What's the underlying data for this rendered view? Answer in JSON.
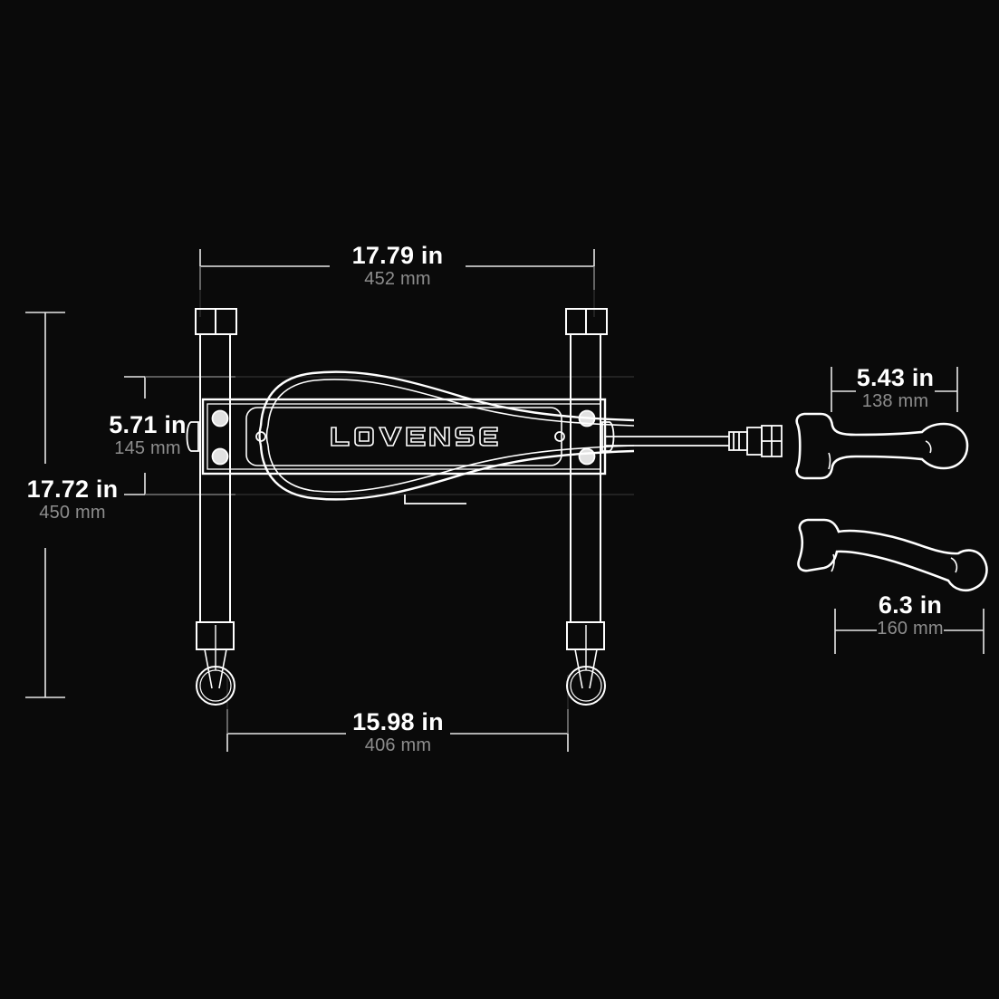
{
  "diagram": {
    "title": "Lovense sex machine dimension diagram",
    "brand_wordmark": "LOVENSE",
    "background_color": "#0a0a0a",
    "line_color": "#ffffff",
    "inch_text_color": "#ffffff",
    "mm_text_color": "#8d8d8d"
  },
  "dimensions": {
    "overall_width": {
      "id": "overall-width",
      "inches": "17.79 in",
      "mm": "452 mm",
      "orientation": "horizontal",
      "position": "top"
    },
    "overall_height": {
      "id": "overall-height",
      "inches": "17.72 in",
      "mm": "450 mm",
      "orientation": "vertical",
      "position": "left"
    },
    "body_height": {
      "id": "body-height",
      "inches": "5.71 in",
      "mm": "145 mm",
      "orientation": "vertical",
      "position": "inner-left"
    },
    "base_width": {
      "id": "base-width",
      "inches": "15.98 in",
      "mm": "406 mm",
      "orientation": "horizontal",
      "position": "bottom"
    },
    "attachment_upper_length": {
      "id": "attachment-upper-length",
      "inches": "5.43 in",
      "mm": "138 mm",
      "orientation": "horizontal",
      "position": "upper-right"
    },
    "attachment_lower_length": {
      "id": "attachment-lower-length",
      "inches": "6.3 in",
      "mm": "160 mm",
      "orientation": "horizontal",
      "position": "lower-right"
    }
  },
  "parts": {
    "machine_body": "machine-body",
    "left_leg": "left-leg",
    "right_leg": "right-leg",
    "thrust_shaft": "thrust-shaft",
    "quick_connector": "quick-connector",
    "attachment_upper": "attachment-upper",
    "attachment_lower": "attachment-lower"
  }
}
